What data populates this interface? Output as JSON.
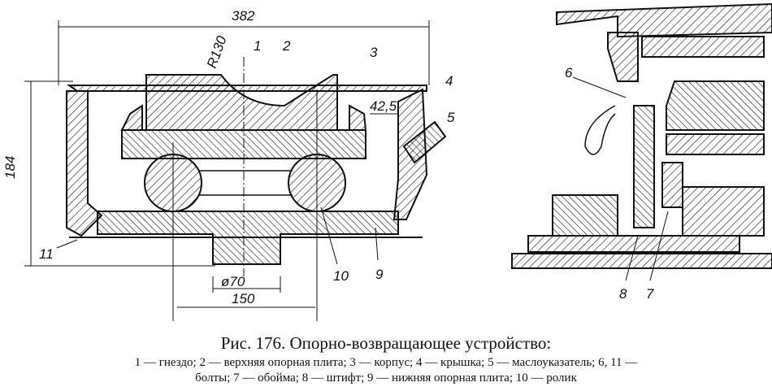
{
  "figure": {
    "labels_left": {
      "width_dim": "382",
      "radius": "R130",
      "height_dim": "184",
      "gap_dim": "42,5",
      "diam": "ø70",
      "base_dim": "150",
      "n1": "1",
      "n2": "2",
      "n3": "3",
      "n4": "4",
      "n5": "5",
      "n9": "9",
      "n10": "10",
      "n11": "11"
    },
    "labels_right": {
      "n6": "6",
      "n7": "7",
      "n8": "8"
    }
  },
  "caption": {
    "title": "Рис. 176. Опорно-возвращающее устройство:",
    "legend_line1": "1 — гнездо; 2 — верхняя опорная плита; 3 — корпус; 4 — крышка; 5 — маслоуказатель; 6, 11 —",
    "legend_line2": "болты; 7 — обойма; 8 — штифт; 9 — нижняя опорная плита; 10 — ролик"
  }
}
